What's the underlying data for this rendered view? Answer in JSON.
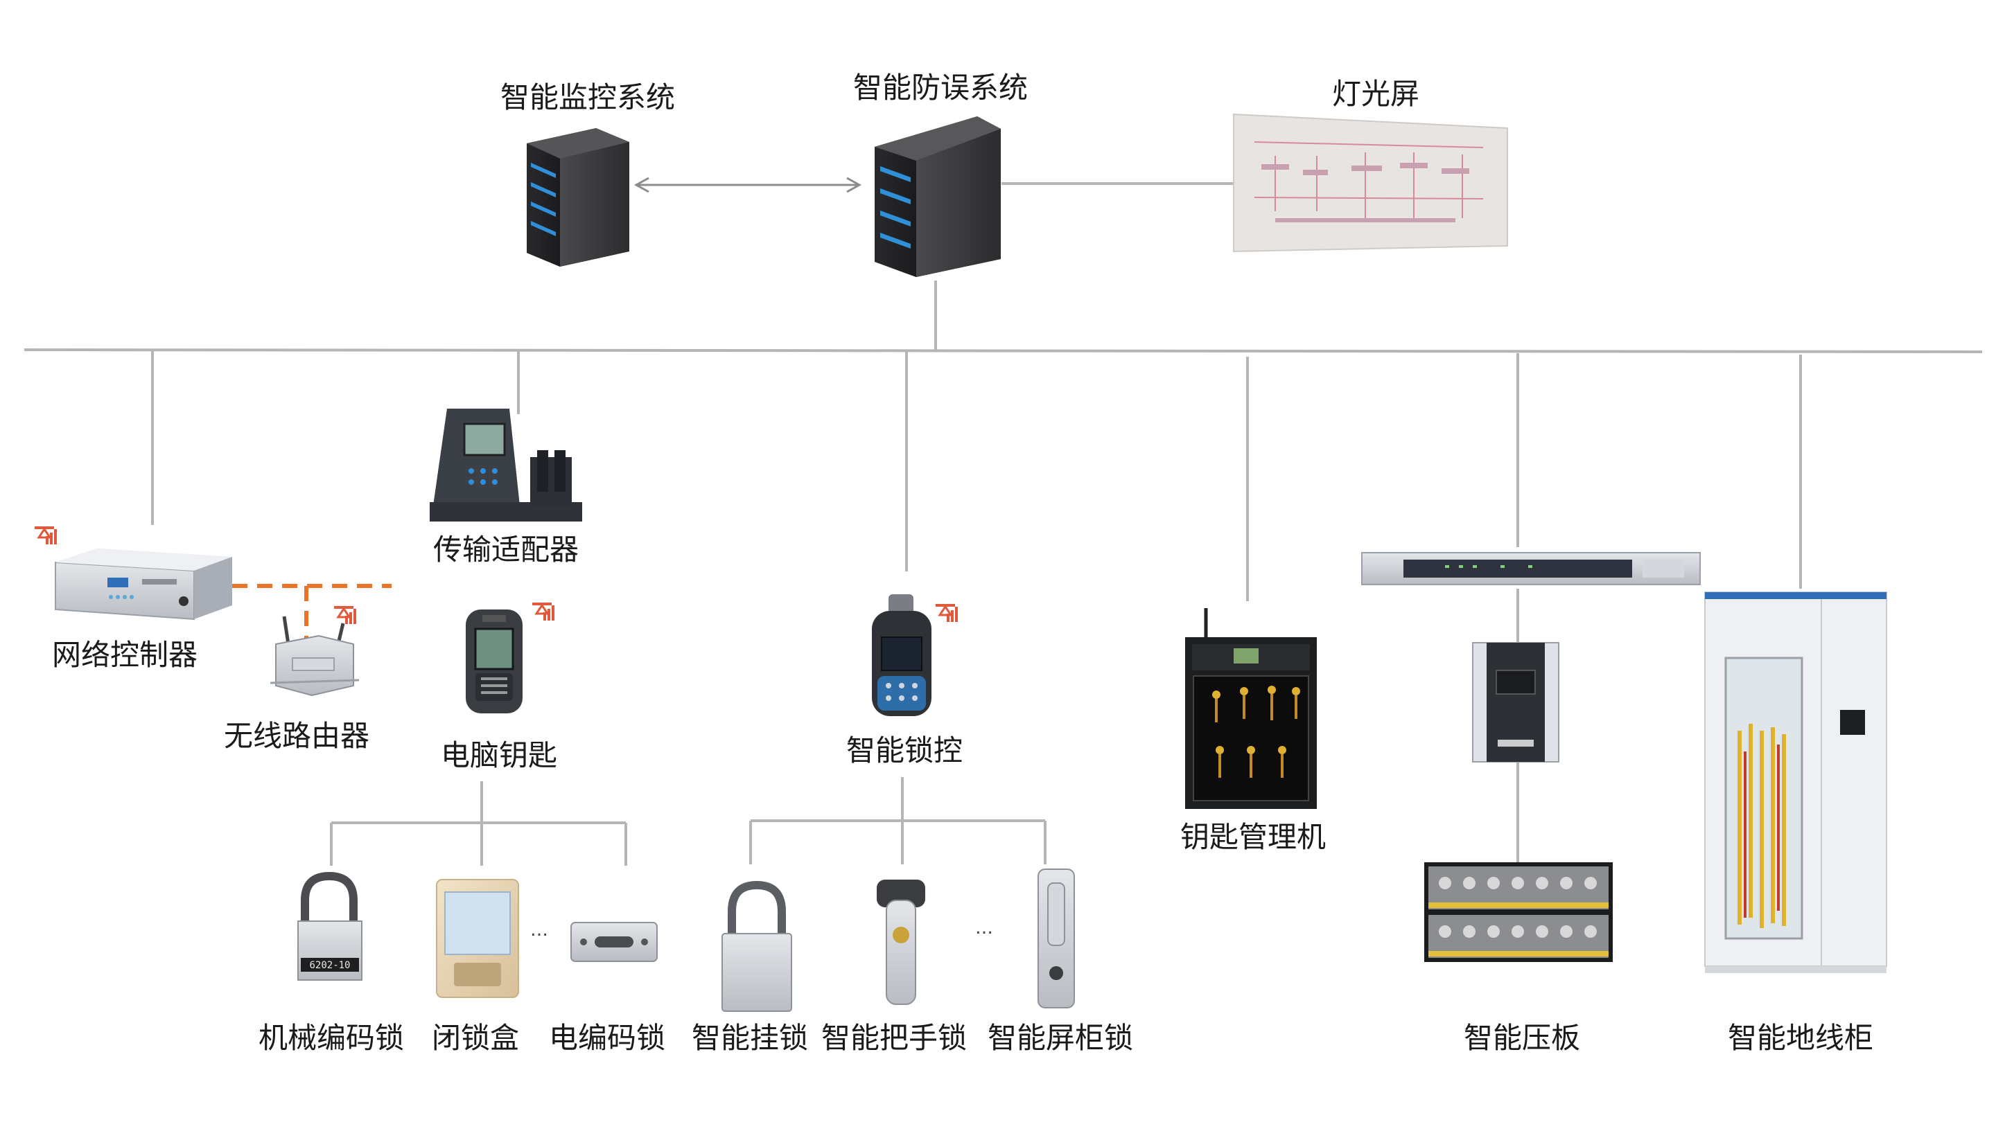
{
  "nodes": {
    "monitoring_system": "智能监控系统",
    "anti_misoperation_system": "智能防误系统",
    "light_screen": "灯光屏",
    "network_controller": "网络控制器",
    "wireless_router": "无线路由器",
    "transmission_adapter": "传输适配器",
    "computer_key": "电脑钥匙",
    "smart_lock_control": "智能锁控",
    "key_manager": "钥匙管理机",
    "smart_press_plate": "智能压板",
    "smart_ground_cabinet": "智能地线柜",
    "mechanical_code_lock": "机械编码锁",
    "lock_box": "闭锁盒",
    "electric_code_lock": "电编码锁",
    "smart_padlock": "智能挂锁",
    "smart_handle_lock": "智能把手锁",
    "smart_cabinet_lock": "智能屏柜锁"
  },
  "ellipsis": "…",
  "lock_code": "6202-10",
  "colors": {
    "line": "#b5b5b5",
    "wireless_link": "#e8742a",
    "server": "#3a3a3c",
    "server_led": "#2f8fd8",
    "signal": "#e0593a"
  },
  "icons": [
    "server-icon",
    "light-screen-panel",
    "network-controller-device",
    "wireless-router-device",
    "transmission-adapter-device",
    "computer-key-device",
    "smart-lock-control-device",
    "key-manager-device",
    "press-plate-device",
    "ground-cabinet-device",
    "signal-icon"
  ]
}
